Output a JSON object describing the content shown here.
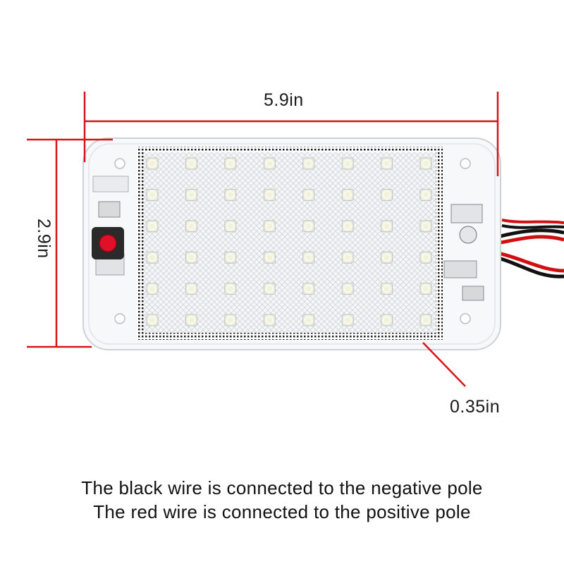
{
  "dimensions": {
    "width": "5.9in",
    "height": "2.9in",
    "depth": "0.35in"
  },
  "captions": {
    "line1": "The black wire is connected to the negative pole",
    "line2": "The red wire is connected to the positive pole"
  },
  "colors": {
    "dimension_line": "#d7141a",
    "switch_button": "#e0102a",
    "wire_red": "#d01010",
    "wire_black": "#111111"
  },
  "panel": {
    "led_rows": 6,
    "led_cols": 8
  }
}
